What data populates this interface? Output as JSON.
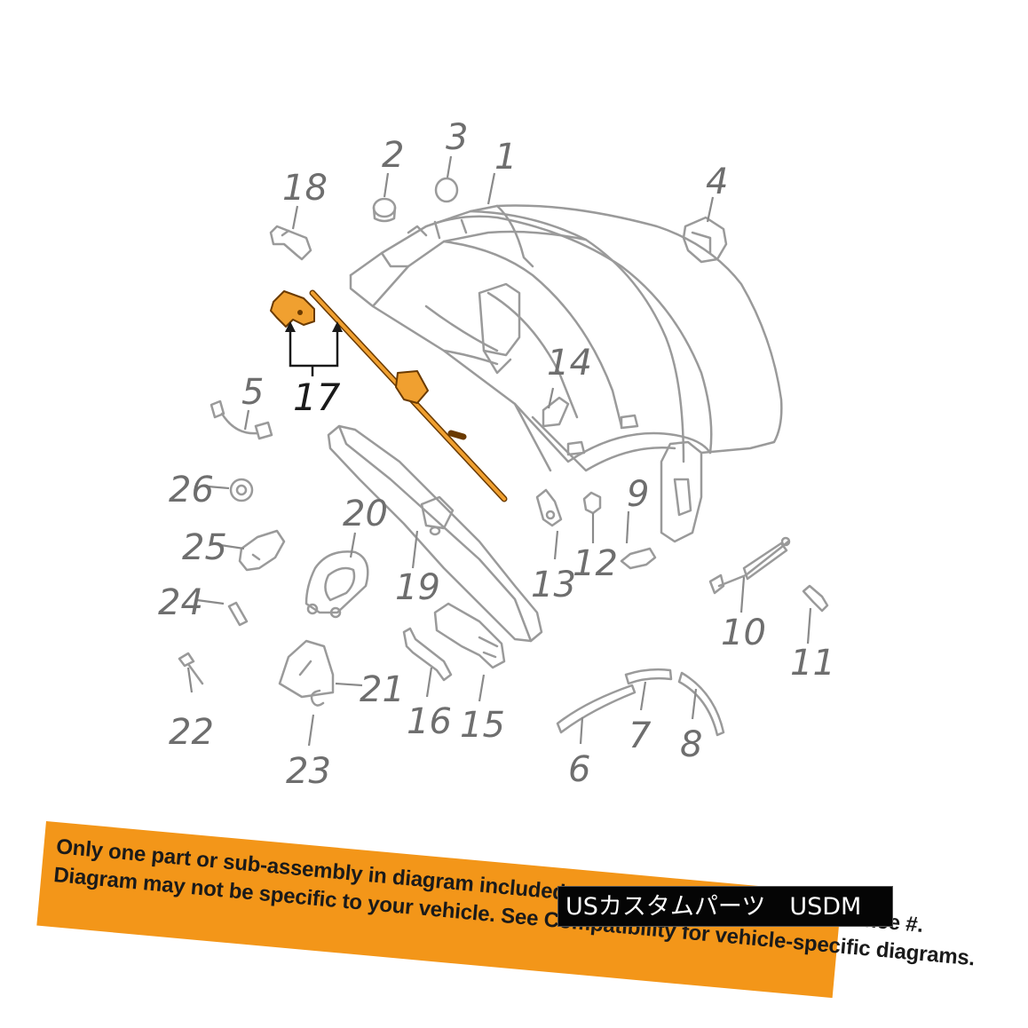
{
  "callouts": [
    {
      "id": "1",
      "label": "1"
    },
    {
      "id": "2",
      "label": "2"
    },
    {
      "id": "3",
      "label": "3"
    },
    {
      "id": "4",
      "label": "4"
    },
    {
      "id": "5",
      "label": "5"
    },
    {
      "id": "6",
      "label": "6"
    },
    {
      "id": "7",
      "label": "7"
    },
    {
      "id": "8",
      "label": "8"
    },
    {
      "id": "9",
      "label": "9"
    },
    {
      "id": "10",
      "label": "10"
    },
    {
      "id": "11",
      "label": "11"
    },
    {
      "id": "12",
      "label": "12"
    },
    {
      "id": "13",
      "label": "13"
    },
    {
      "id": "14",
      "label": "14"
    },
    {
      "id": "15",
      "label": "15"
    },
    {
      "id": "16",
      "label": "16"
    },
    {
      "id": "17",
      "label": "17"
    },
    {
      "id": "18",
      "label": "18"
    },
    {
      "id": "19",
      "label": "19"
    },
    {
      "id": "20",
      "label": "20"
    },
    {
      "id": "21",
      "label": "21"
    },
    {
      "id": "22",
      "label": "22"
    },
    {
      "id": "23",
      "label": "23"
    },
    {
      "id": "24",
      "label": "24"
    },
    {
      "id": "25",
      "label": "25"
    },
    {
      "id": "26",
      "label": "26"
    }
  ],
  "highlighted_part": "17",
  "disclaimer": {
    "line1": "Only one part or sub-assembly in diagram included. See Item Specifics for Reference #.",
    "line2": "Diagram may not be specific to your vehicle. See Compatibility for vehicle-specific diagrams."
  },
  "watermark": {
    "text": "USカスタムパーツ　USDM"
  },
  "colors": {
    "highlight": "#f0a030",
    "banner": "#f39619",
    "line_art": "#9a9a9a",
    "watermark_bg": "#050505"
  }
}
